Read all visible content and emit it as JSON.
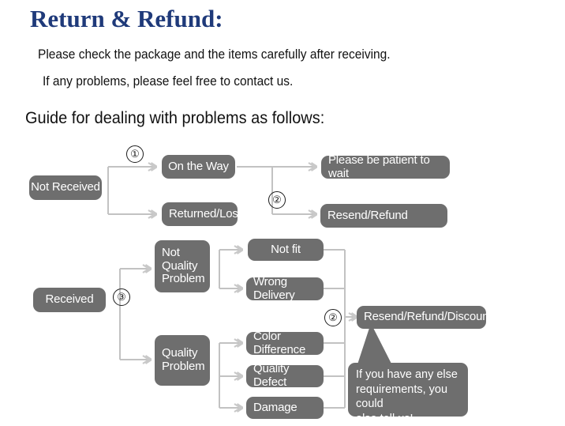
{
  "header": {
    "title": "Return & Refund:",
    "line1": "Please check the package and the items carefully after receiving.",
    "line2": "If any problems, please feel free to contact us.",
    "guide": "Guide for dealing with problems as follows:"
  },
  "colors": {
    "title_blue": "#1f3a7a",
    "node_gray": "#6e6e6e",
    "node_text": "#ffffff",
    "connector_gray": "#bdbdbd",
    "background": "#ffffff"
  },
  "flowchart": {
    "type": "flowchart",
    "nodes": {
      "not_received": "Not Received",
      "on_the_way": "On the Way",
      "returned_lost": "Returned/Lost",
      "please_wait": "Please be patient to wait",
      "resend_refund": "Resend/Refund",
      "received": "Received",
      "not_quality_problem": "Not\nQuality\nProblem",
      "quality_problem": "Quality\nProblem",
      "not_fit": "Not fit",
      "wrong_delivery": "Wrong Delivery",
      "color_difference": "Color Difference",
      "quality_defect": "Quality Defect",
      "damage": "Damage",
      "resend_refund_discount": "Resend/Refund/Discount"
    },
    "markers": {
      "m1": "①",
      "m2a": "②",
      "m3": "③",
      "m2b": "②"
    },
    "callout": "If you have any else\nrequirements, you could\nalso tell us!"
  }
}
